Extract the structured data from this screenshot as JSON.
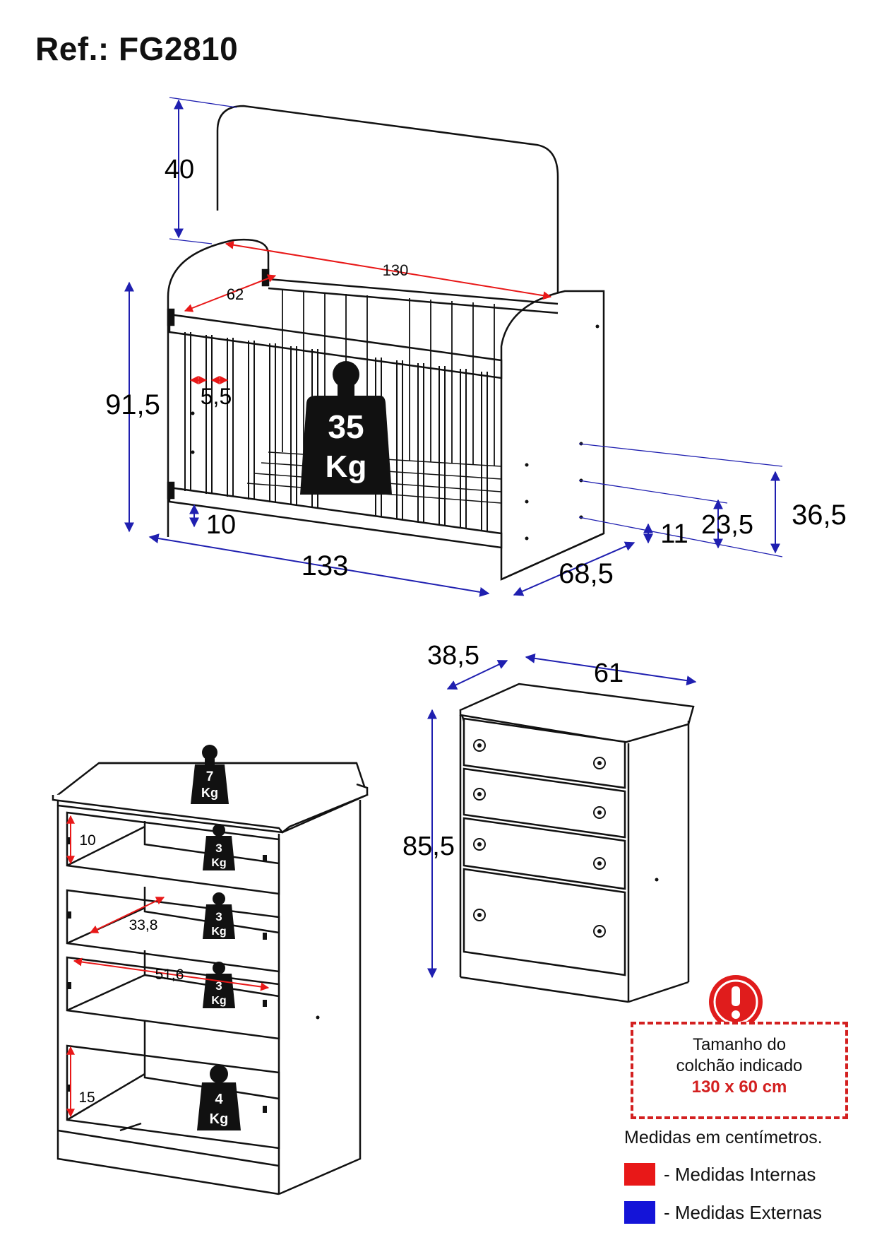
{
  "ref": "Ref.: FG2810",
  "crib": {
    "headboard_height": "40",
    "inner_length": "130",
    "inner_width": "62",
    "slat_gap": "5,5",
    "height": "91,5",
    "bottom_clearance": "10",
    "length": "133",
    "depth": "68,5",
    "mattress_height_low": "11",
    "mattress_height_mid": "23,5",
    "mattress_height_high": "36,5",
    "weight_capacity": {
      "number": "35",
      "unit": "Kg"
    }
  },
  "dresser": {
    "depth": "38,5",
    "width": "61",
    "height": "85,5",
    "drawer_height_small": "10",
    "drawer_inner_depth": "33,8",
    "drawer_inner_width": "51,6",
    "drawer_height_large": "15",
    "top_weight": {
      "number": "7",
      "unit": "Kg"
    },
    "drawer_weights": [
      {
        "number": "3",
        "unit": "Kg"
      },
      {
        "number": "3",
        "unit": "Kg"
      },
      {
        "number": "3",
        "unit": "Kg"
      },
      {
        "number": "4",
        "unit": "Kg"
      }
    ]
  },
  "notice": {
    "line1": "Tamanho do",
    "line2": "colchão indicado",
    "size": "130 x 60 cm"
  },
  "units_note": "Medidas em centímetros.",
  "legend": {
    "internal": {
      "label": "- Medidas Internas",
      "color": "#e81818"
    },
    "external": {
      "label": "- Medidas Externas",
      "color": "#1414d8"
    }
  },
  "colors": {
    "internal": "#e81818",
    "external": "#1f1fb0",
    "line": "#111111",
    "warning": "#e01c1c"
  }
}
